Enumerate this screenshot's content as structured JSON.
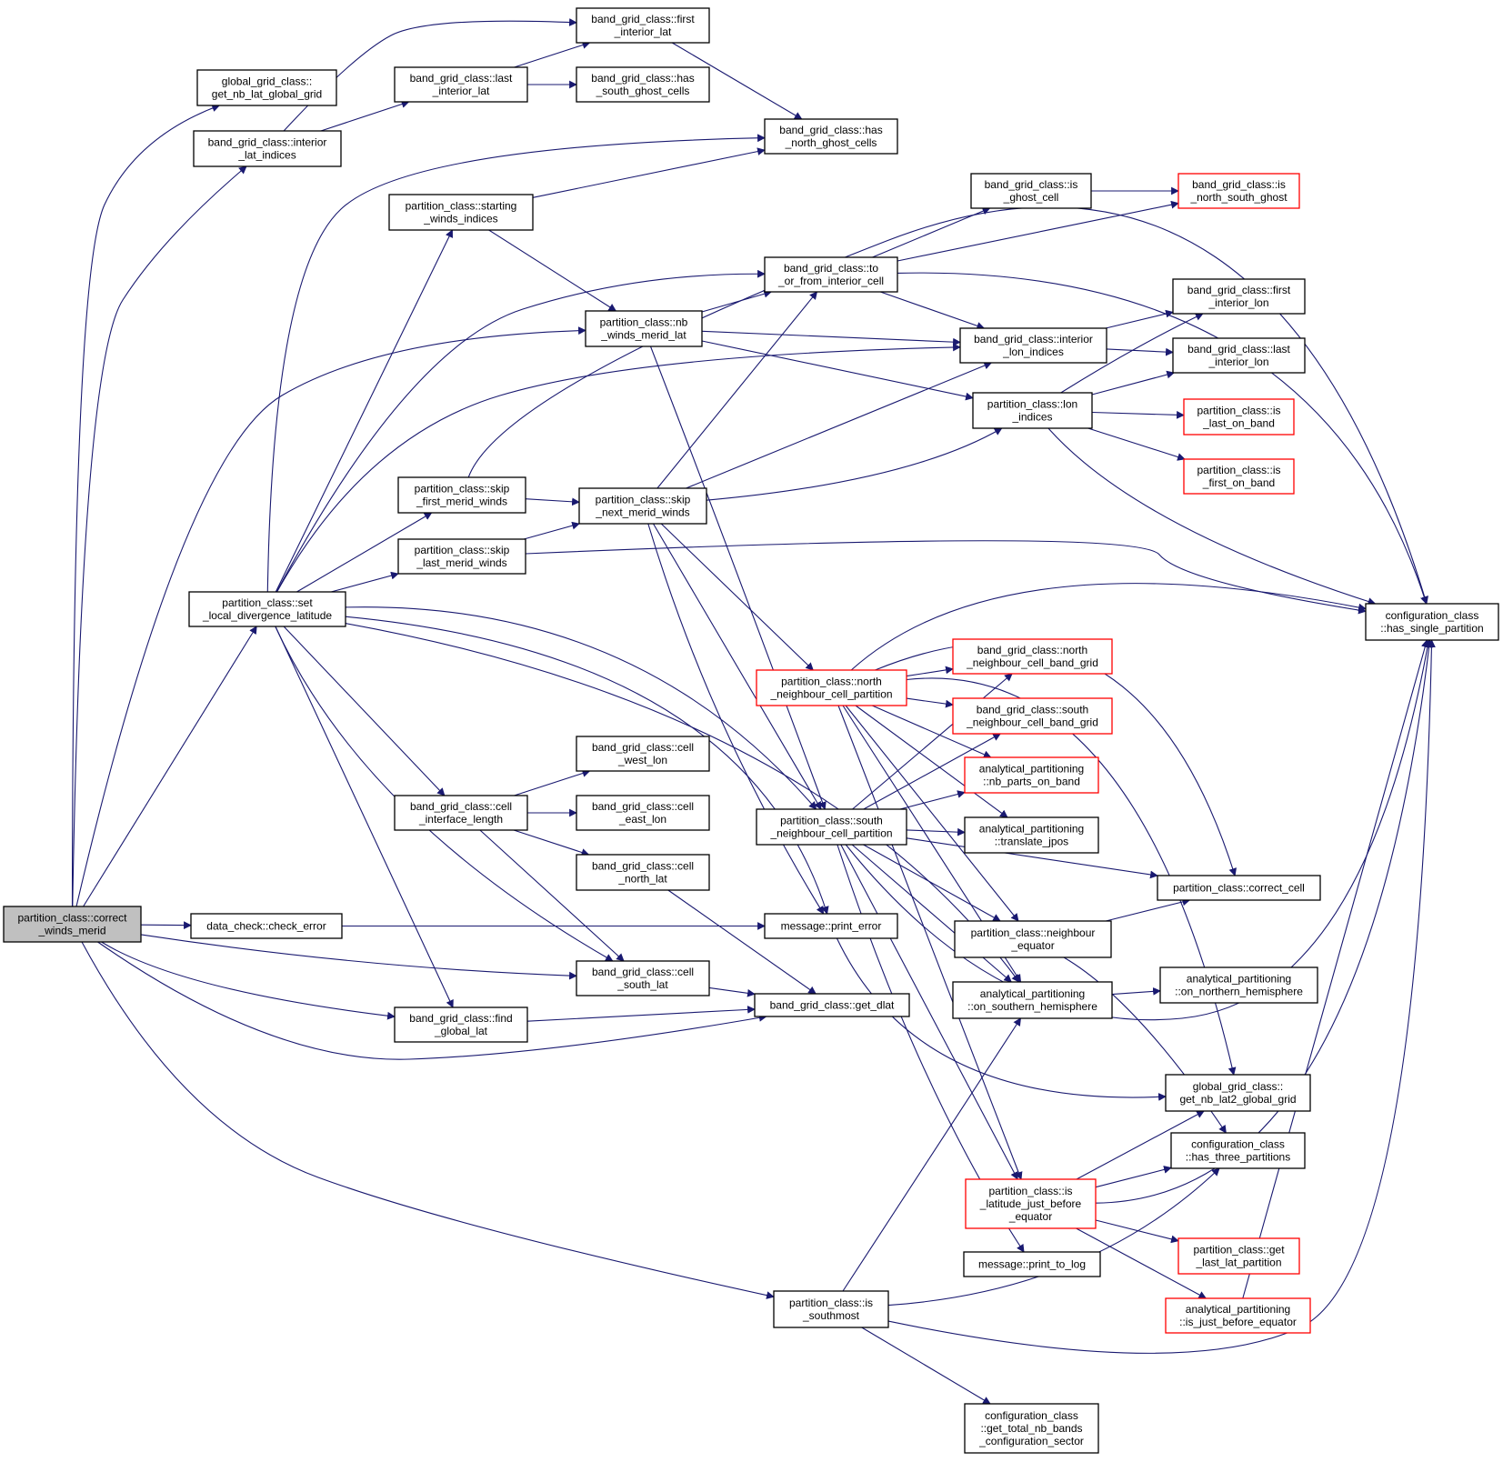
{
  "colors": {
    "edge": "#191970",
    "node_border": "#000000",
    "node_border_truncated": "#ff0000",
    "root_fill": "#c0c0c0",
    "node_fill": "#ffffff"
  },
  "nodes": [
    {
      "id": "root",
      "lines": [
        "partition_class::correct",
        "_winds_merid"
      ],
      "root": true
    },
    {
      "id": "global_nb_lat",
      "lines": [
        "global_grid_class::",
        "get_nb_lat_global_grid"
      ]
    },
    {
      "id": "interior_lat_idx",
      "lines": [
        "band_grid_class::interior",
        "_lat_indices"
      ]
    },
    {
      "id": "last_interior_lat",
      "lines": [
        "band_grid_class::last",
        "_interior_lat"
      ]
    },
    {
      "id": "first_interior_lat",
      "lines": [
        "band_grid_class::first",
        "_interior_lat"
      ]
    },
    {
      "id": "has_south_ghost",
      "lines": [
        "band_grid_class::has",
        "_south_ghost_cells"
      ]
    },
    {
      "id": "has_north_ghost",
      "lines": [
        "band_grid_class::has",
        "_north_ghost_cells"
      ]
    },
    {
      "id": "starting_winds",
      "lines": [
        "partition_class::starting",
        "_winds_indices"
      ]
    },
    {
      "id": "is_ghost_cell",
      "lines": [
        "band_grid_class::is",
        "_ghost_cell"
      ]
    },
    {
      "id": "is_ns_ghost",
      "lines": [
        "band_grid_class::is",
        "_north_south_ghost"
      ],
      "truncated": true
    },
    {
      "id": "to_from_interior",
      "lines": [
        "band_grid_class::to",
        "_or_from_interior_cell"
      ]
    },
    {
      "id": "nb_winds_merid",
      "lines": [
        "partition_class::nb",
        "_winds_merid_lat"
      ]
    },
    {
      "id": "first_interior_lon",
      "lines": [
        "band_grid_class::first",
        "_interior_lon"
      ]
    },
    {
      "id": "interior_lon_idx",
      "lines": [
        "band_grid_class::interior",
        "_lon_indices"
      ]
    },
    {
      "id": "last_interior_lon",
      "lines": [
        "band_grid_class::last",
        "_interior_lon"
      ]
    },
    {
      "id": "lon_indices",
      "lines": [
        "partition_class::lon",
        "_indices"
      ]
    },
    {
      "id": "is_last_on_band",
      "lines": [
        "partition_class::is",
        "_last_on_band"
      ],
      "truncated": true
    },
    {
      "id": "is_first_on_band",
      "lines": [
        "partition_class::is",
        "_first_on_band"
      ],
      "truncated": true
    },
    {
      "id": "skip_first",
      "lines": [
        "partition_class::skip",
        "_first_merid_winds"
      ]
    },
    {
      "id": "skip_next",
      "lines": [
        "partition_class::skip",
        "_next_merid_winds"
      ]
    },
    {
      "id": "skip_last",
      "lines": [
        "partition_class::skip",
        "_last_merid_winds"
      ]
    },
    {
      "id": "set_local_div",
      "lines": [
        "partition_class::set",
        "_local_divergence_latitude"
      ]
    },
    {
      "id": "has_single",
      "lines": [
        "configuration_class",
        "::has_single_partition"
      ]
    },
    {
      "id": "north_neigh_part",
      "lines": [
        "partition_class::north",
        "_neighbour_cell_partition"
      ],
      "truncated": true
    },
    {
      "id": "north_neigh_band",
      "lines": [
        "band_grid_class::north",
        "_neighbour_cell_band_grid"
      ],
      "truncated": true
    },
    {
      "id": "south_neigh_band",
      "lines": [
        "band_grid_class::south",
        "_neighbour_cell_band_grid"
      ],
      "truncated": true
    },
    {
      "id": "nb_parts_on_band",
      "lines": [
        "analytical_partitioning",
        "::nb_parts_on_band"
      ],
      "truncated": true
    },
    {
      "id": "translate_jpos",
      "lines": [
        "analytical_partitioning",
        "::translate_jpos"
      ]
    },
    {
      "id": "cell_west_lon",
      "lines": [
        "band_grid_class::cell",
        "_west_lon"
      ]
    },
    {
      "id": "cell_interface",
      "lines": [
        "band_grid_class::cell",
        "_interface_length"
      ]
    },
    {
      "id": "cell_east_lon",
      "lines": [
        "band_grid_class::cell",
        "_east_lon"
      ]
    },
    {
      "id": "cell_north_lat",
      "lines": [
        "band_grid_class::cell",
        "_north_lat"
      ]
    },
    {
      "id": "south_neigh_part",
      "lines": [
        "partition_class::south",
        "_neighbour_cell_partition"
      ]
    },
    {
      "id": "correct_cell",
      "lines": [
        "partition_class::correct_cell"
      ]
    },
    {
      "id": "check_error",
      "lines": [
        "data_check::check_error"
      ]
    },
    {
      "id": "print_error",
      "lines": [
        "message::print_error"
      ]
    },
    {
      "id": "neighbour_equator",
      "lines": [
        "partition_class::neighbour",
        "_equator"
      ]
    },
    {
      "id": "cell_south_lat",
      "lines": [
        "band_grid_class::cell",
        "_south_lat"
      ]
    },
    {
      "id": "on_northern",
      "lines": [
        "analytical_partitioning",
        "::on_northern_hemisphere"
      ]
    },
    {
      "id": "on_southern",
      "lines": [
        "analytical_partitioning",
        "::on_southern_hemisphere"
      ]
    },
    {
      "id": "get_dlat",
      "lines": [
        "band_grid_class::get_dlat"
      ]
    },
    {
      "id": "find_global_lat",
      "lines": [
        "band_grid_class::find",
        "_global_lat"
      ]
    },
    {
      "id": "global_nb_lat2",
      "lines": [
        "global_grid_class::",
        "get_nb_lat2_global_grid"
      ]
    },
    {
      "id": "has_three",
      "lines": [
        "configuration_class",
        "::has_three_partitions"
      ]
    },
    {
      "id": "is_lat_before_eq",
      "lines": [
        "partition_class::is",
        "_latitude_just_before",
        "_equator"
      ],
      "truncated": true
    },
    {
      "id": "get_last_lat",
      "lines": [
        "partition_class::get",
        "_last_lat_partition"
      ],
      "truncated": true
    },
    {
      "id": "print_to_log",
      "lines": [
        "message::print_to_log"
      ]
    },
    {
      "id": "is_southmost",
      "lines": [
        "partition_class::is",
        "_southmost"
      ]
    },
    {
      "id": "is_just_before_eq",
      "lines": [
        "analytical_partitioning",
        "::is_just_before_equator"
      ],
      "truncated": true
    },
    {
      "id": "get_total_nb_bands",
      "lines": [
        "configuration_class",
        "::get_total_nb_bands",
        "_configuration_sector"
      ]
    }
  ]
}
